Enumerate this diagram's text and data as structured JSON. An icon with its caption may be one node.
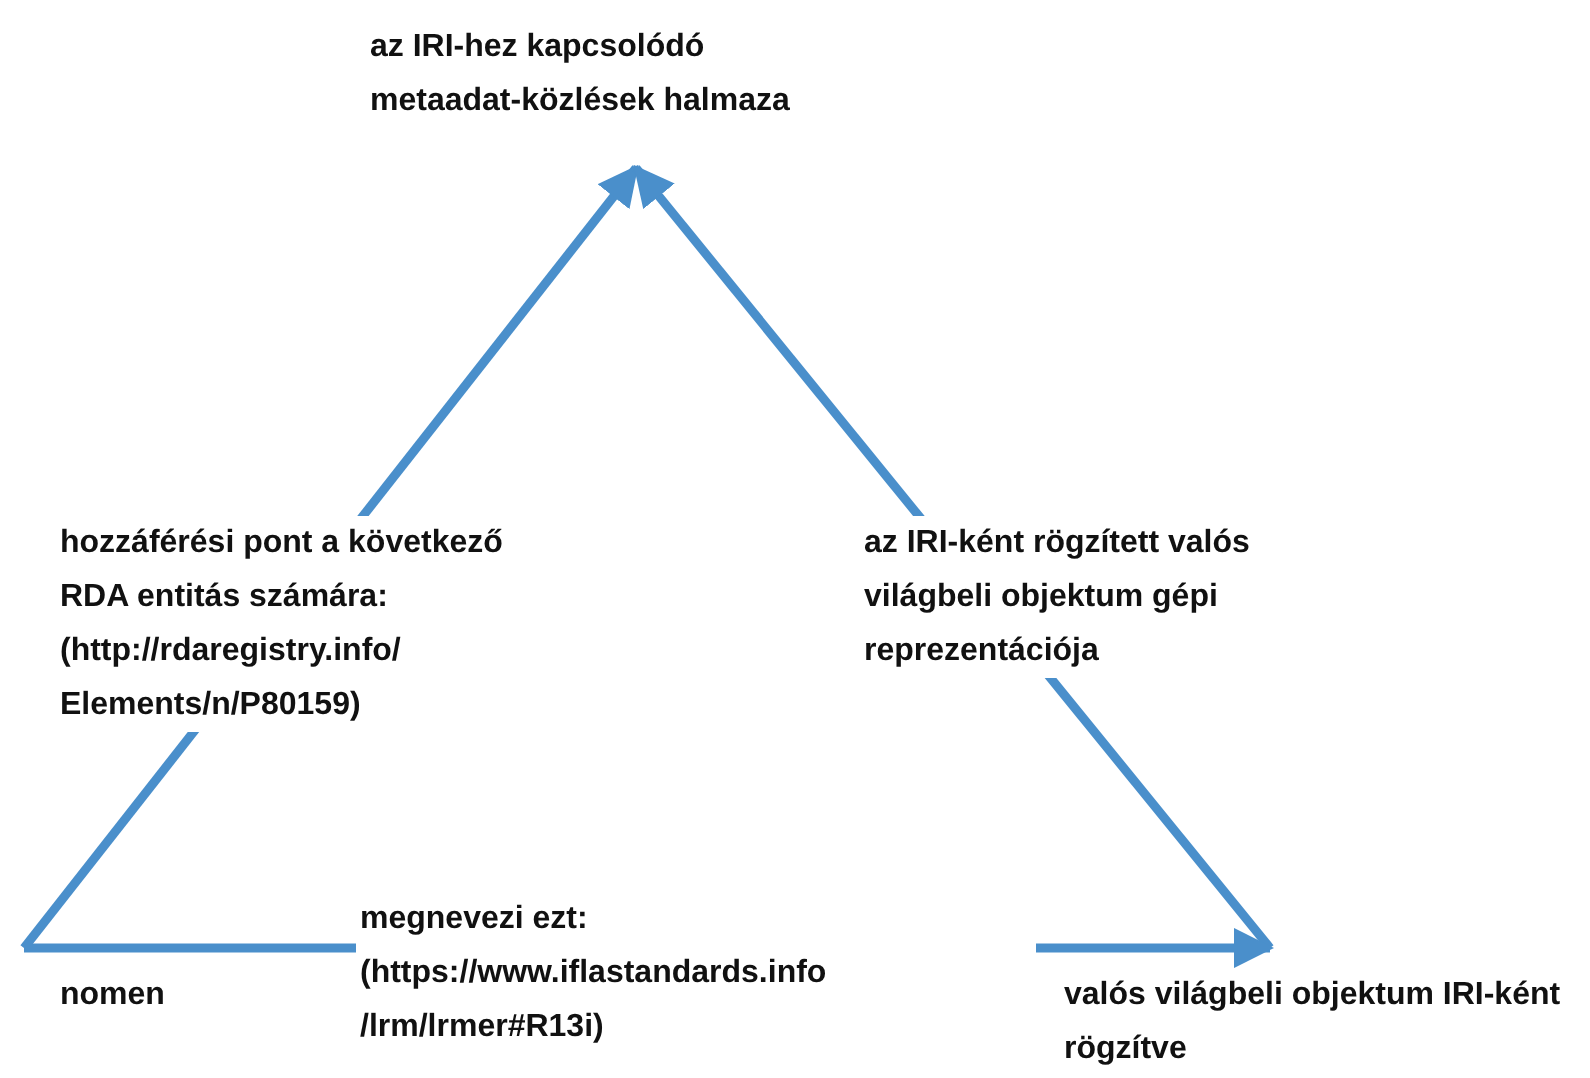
{
  "diagram": {
    "nodes": [
      {
        "text": [
          "az IRI-hez kapcsolódó metaadat-közlések halmaza"
        ]
      },
      {
        "text": [
          "nomen"
        ]
      },
      {
        "text": [
          "valós világbeli objektum IRI-ként rögzítve"
        ]
      }
    ],
    "edges": [
      {
        "from": 1,
        "to": 0,
        "arrow": "to",
        "label": "hozzáférési pont a következő RDA entitás számára: (http://rdaregistry.info/ Elements/n/P80159)"
      },
      {
        "from": 2,
        "to": 0,
        "arrow": "to",
        "label": "az IRI-ként rögzített valós világbeli objektum gépi reprezentációja"
      },
      {
        "from": 1,
        "to": 2,
        "arrow": "to",
        "label": "megnevezi ezt: (https://www.iflastandards.info /lrm/lrmer#R13i)"
      }
    ]
  }
}
